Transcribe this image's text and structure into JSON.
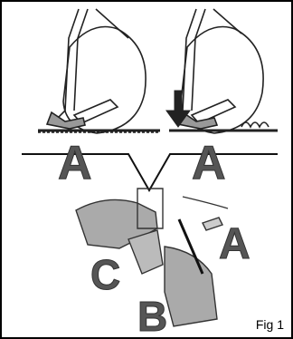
{
  "labels": {
    "a_left": "A",
    "a_right": "A",
    "a_bottom": "A",
    "c": "C",
    "b": "B"
  },
  "caption": "Fig 1"
}
